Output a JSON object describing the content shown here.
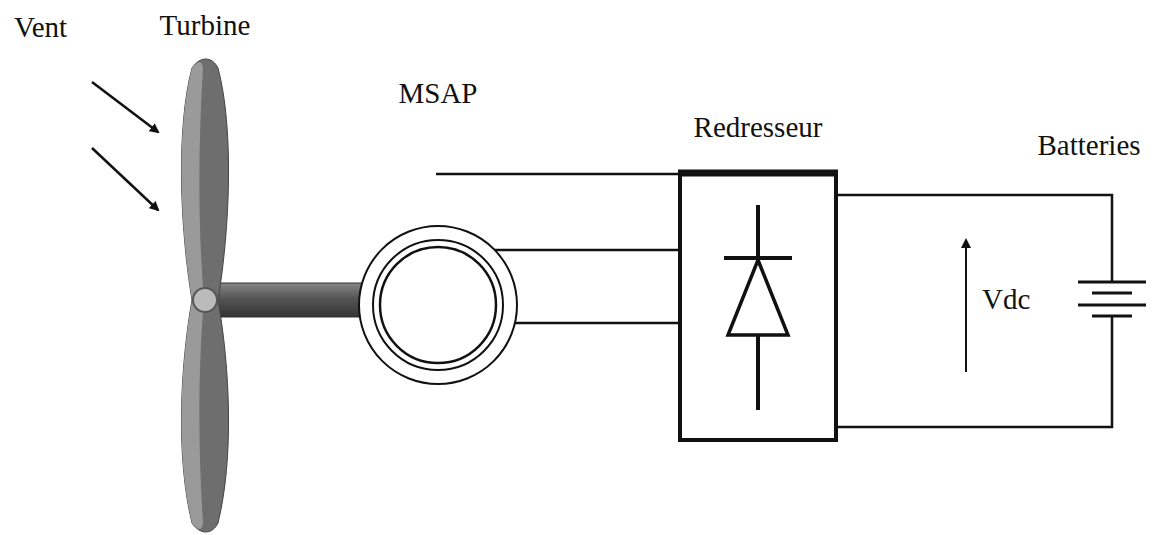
{
  "diagram": {
    "nodes": [
      {
        "text": [
          "Turbine"
        ]
      },
      {
        "text": [
          "MSAP"
        ]
      },
      {
        "text": [
          "Redresseur"
        ]
      },
      {
        "text": [
          "Batteries"
        ]
      }
    ],
    "edges": [
      {
        "from": 0,
        "to": 1,
        "arrow": "none"
      },
      {
        "from": 1,
        "to": 2,
        "arrow": "none"
      },
      {
        "from": 2,
        "to": 3,
        "arrow": "none"
      }
    ],
    "labels": [
      "Vent",
      "Vdc"
    ]
  }
}
